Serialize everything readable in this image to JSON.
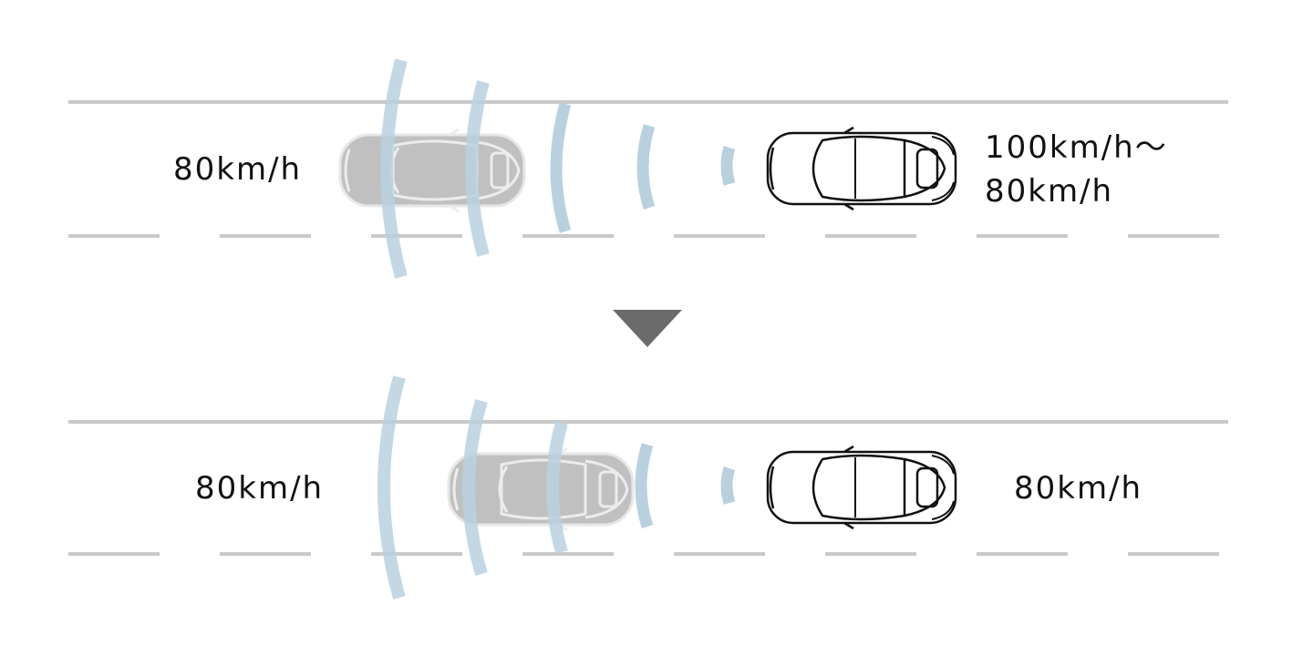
{
  "colors": {
    "road_line": "#c9c9c9",
    "wave": "#b9d1df",
    "following_car": "#bdbdbd",
    "lead_car_outline": "#111111",
    "arrow": "#6b6b6b"
  },
  "icons": [
    "car-top-view-icon",
    "radar-wave-icon",
    "down-triangle-icon"
  ],
  "before": {
    "own_speed": "80km/h",
    "lead_speed_line1": "100km/h〜",
    "lead_speed_line2": "80km/h"
  },
  "after": {
    "own_speed": "80km/h",
    "lead_speed": "80km/h"
  }
}
